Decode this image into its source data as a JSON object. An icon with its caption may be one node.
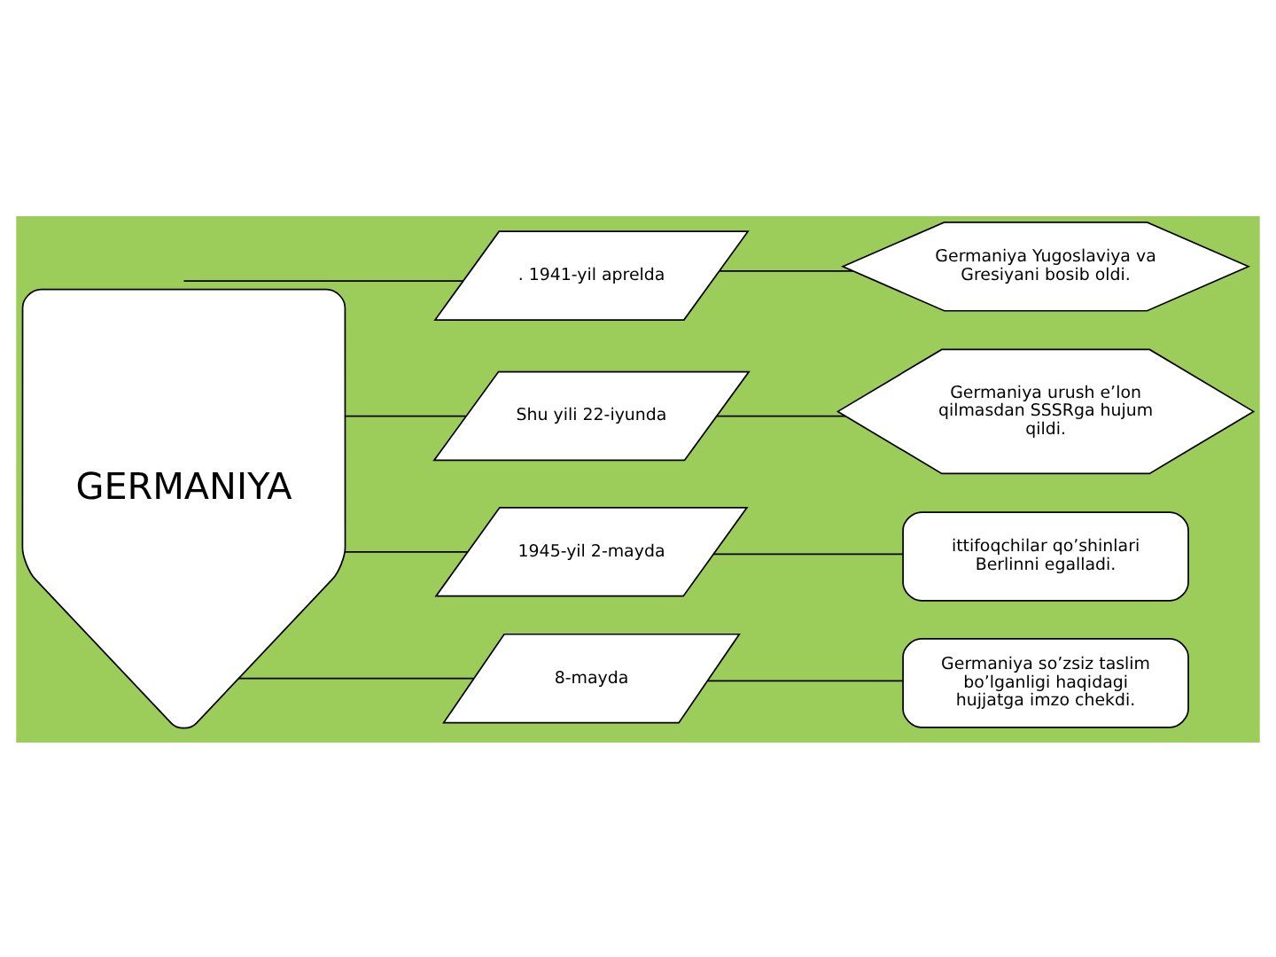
{
  "diagram": {
    "nodes": [
      {
        "text": [
          "GERMANIYA"
        ]
      },
      {
        "text": [
          ". 1941-yil aprelda"
        ]
      },
      {
        "text": [
          "Shu yili 22-iyunda"
        ]
      },
      {
        "text": [
          "1945-yil 2-mayda"
        ]
      },
      {
        "text": [
          "8-mayda"
        ]
      },
      {
        "text": [
          "Germaniya Yugoslaviya va Gresiyani bosib oldi."
        ]
      },
      {
        "text": [
          "Germaniya urush e’lon qilmasdan SSSRga hujum qildi."
        ]
      },
      {
        "text": [
          "ittifoqchilar qo’shinlari Berlinni egalladi."
        ]
      },
      {
        "text": [
          "Germaniya so’zsiz taslim bo’lganligi haqidagi hujjatga imzo chekdi."
        ]
      }
    ],
    "edges": [
      {
        "from": 0,
        "to": 1,
        "arrow": "none"
      },
      {
        "from": 0,
        "to": 2,
        "arrow": "none"
      },
      {
        "from": 0,
        "to": 3,
        "arrow": "none"
      },
      {
        "from": 0,
        "to": 4,
        "arrow": "none"
      },
      {
        "from": 1,
        "to": 5,
        "arrow": "none"
      },
      {
        "from": 2,
        "to": 6,
        "arrow": "none"
      },
      {
        "from": 3,
        "to": 7,
        "arrow": "none"
      },
      {
        "from": 4,
        "to": 8,
        "arrow": "none"
      }
    ]
  }
}
